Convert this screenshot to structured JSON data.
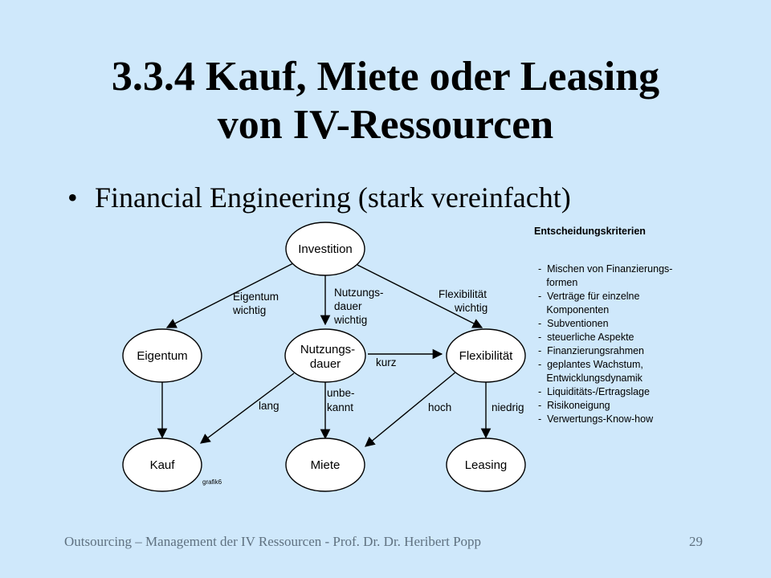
{
  "slide": {
    "title_line1": "3.3.4 Kauf, Miete oder Leasing",
    "title_line2": "von IV-Ressourcen",
    "bullet": "Financial Engineering (stark vereinfacht)",
    "footer": "Outsourcing – Management der IV Ressourcen - Prof. Dr. Dr. Heribert Popp",
    "page_number": "29"
  },
  "diagram": {
    "nodes": {
      "investition": "Investition",
      "eigentum": "Eigentum",
      "nutzungsdauer_1": "Nutzungs-",
      "nutzungsdauer_2": "dauer",
      "flexibilitaet": "Flexibilität",
      "kauf": "Kauf",
      "miete": "Miete",
      "leasing": "Leasing"
    },
    "edge_labels": {
      "eigentum_wichtig_1": "Eigentum",
      "eigentum_wichtig_2": "wichtig",
      "nutzungsdauer_wichtig_1": "Nutzungs-",
      "nutzungsdauer_wichtig_2": "dauer",
      "nutzungsdauer_wichtig_3": "wichtig",
      "flexibilitaet_wichtig_1": "Flexibilität",
      "flexibilitaet_wichtig_2": "wichtig",
      "kurz": "kurz",
      "lang": "lang",
      "unbekannt_1": "unbe-",
      "unbekannt_2": "kannt",
      "hoch": "hoch",
      "niedrig": "niedrig"
    },
    "watermark": "grafik6"
  },
  "criteria": {
    "title": "Entscheidungskriterien",
    "lines": [
      "-  Mischen von Finanzierungs-",
      "   formen",
      "-  Verträge für einzelne",
      "   Komponenten",
      "-  Subventionen",
      "-  steuerliche Aspekte",
      "-  Finanzierungsrahmen",
      "-  geplantes Wachstum,",
      "   Entwicklungsdynamik",
      "-  Liquiditäts-/Ertragslage",
      "-  Risikoneigung",
      "-  Verwertungs-Know-how"
    ]
  }
}
